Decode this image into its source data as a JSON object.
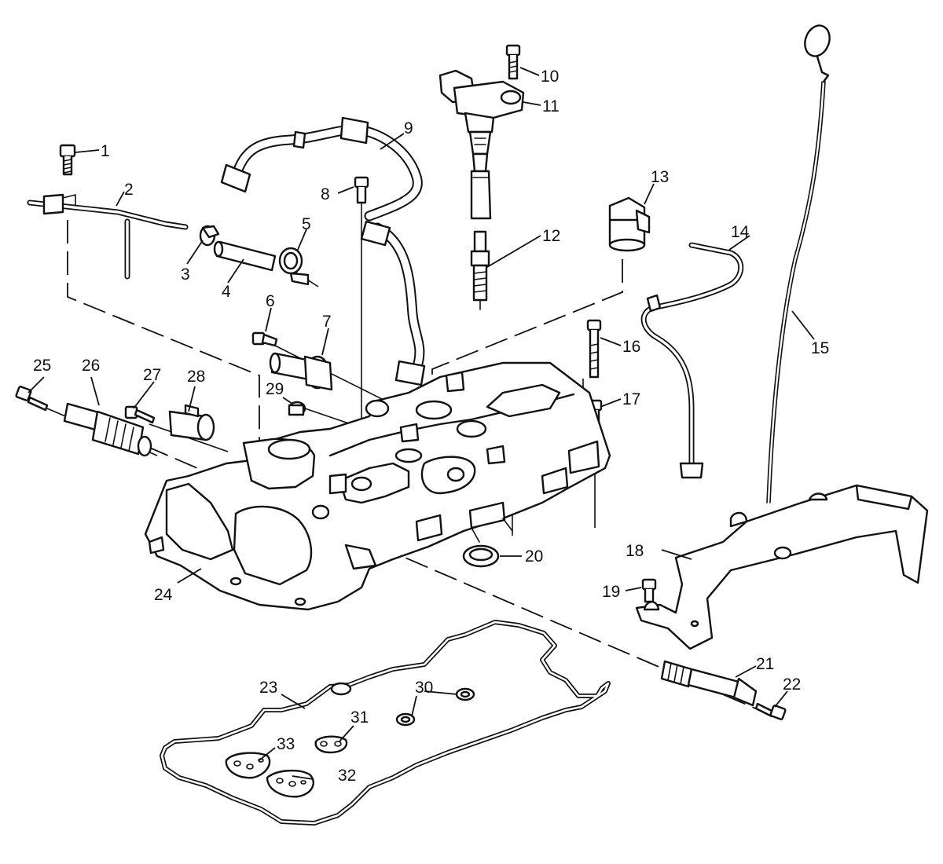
{
  "diagram": {
    "callouts": [
      "1",
      "2",
      "3",
      "4",
      "5",
      "6",
      "7",
      "8",
      "9",
      "10",
      "11",
      "12",
      "13",
      "14",
      "15",
      "16",
      "17",
      "18",
      "19",
      "20",
      "21",
      "22",
      "23",
      "24",
      "25",
      "26",
      "27",
      "28",
      "29",
      "30",
      "31",
      "32",
      "33"
    ]
  },
  "colors": {
    "line": "#111111",
    "background": "#ffffff"
  }
}
